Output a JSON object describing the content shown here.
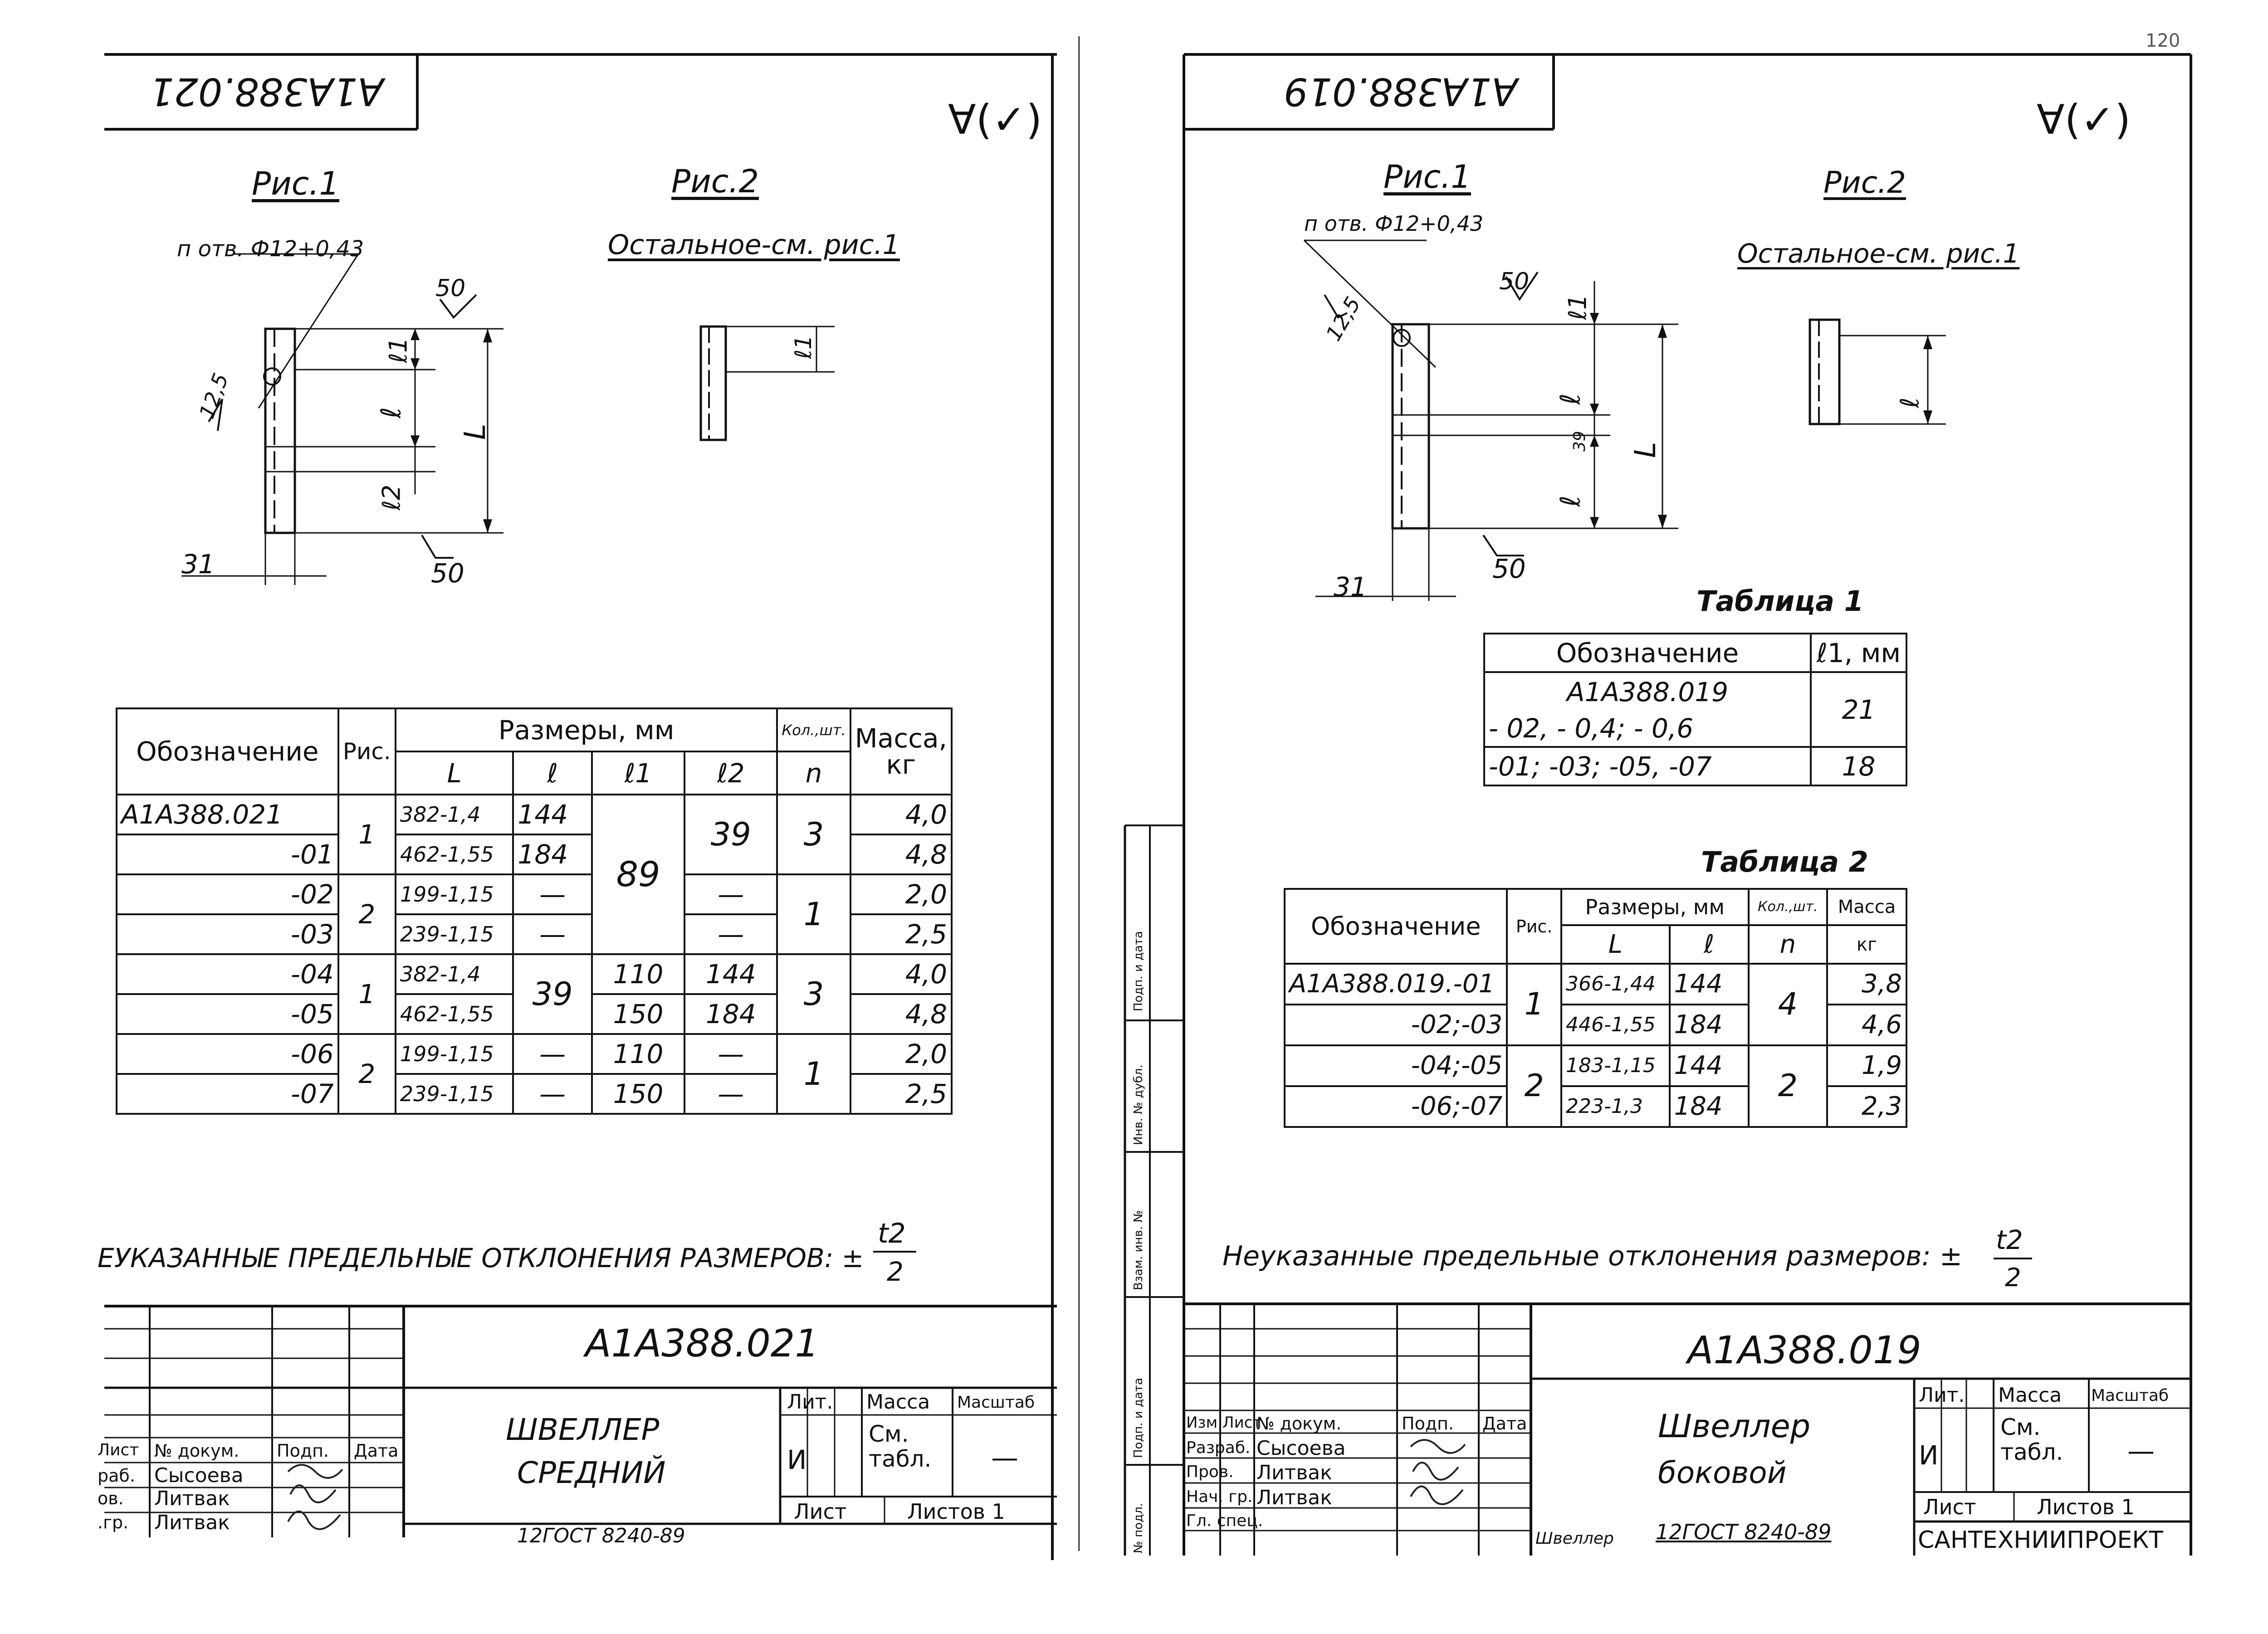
{
  "left": {
    "stamp_code": "А1А388.021",
    "roughness": "∀(✓)",
    "fig1_title": "Рис.1",
    "fig2_title": "Рис.2",
    "hole_label": "п отв. Ф12+0,43",
    "fig2_note": "Остальное-см. рис.1",
    "dims": {
      "d50a": "50",
      "d125": "12,5",
      "d31": "31",
      "d50b": "50",
      "l1": "ℓ1",
      "l": "ℓ",
      "L": "L",
      "l2": "ℓ2",
      "l1b": "ℓ1"
    },
    "table": {
      "h_designation": "Обозначение",
      "h_fig": "Рис.",
      "h_sizes": "Размеры, мм",
      "h_qty": "Кол.,шт.",
      "h_mass": "Масса, кг",
      "h_L": "L",
      "h_l": "ℓ",
      "h_l1": "ℓ1",
      "h_l2": "ℓ2",
      "h_n": "n",
      "rows": [
        {
          "des": "А1А388.021",
          "L": "382-1,4",
          "l": "144",
          "mass": "4,0"
        },
        {
          "des": "-01",
          "L": "462-1,55",
          "l": "184",
          "mass": "4,8"
        },
        {
          "des": "-02",
          "L": "199-1,15",
          "l": "—",
          "l2": "—",
          "mass": "2,0"
        },
        {
          "des": "-03",
          "L": "239-1,15",
          "l": "—",
          "l2": "—",
          "mass": "2,5"
        },
        {
          "des": "-04",
          "L": "382-1,4",
          "l1": "110",
          "l2": "144",
          "mass": "4,0"
        },
        {
          "des": "-05",
          "L": "462-1,55",
          "l1": "150",
          "l2": "184",
          "mass": "4,8"
        },
        {
          "des": "-06",
          "L": "199-1,15",
          "l": "—",
          "l1": "110",
          "l2": "—",
          "mass": "2,0"
        },
        {
          "des": "-07",
          "L": "239-1,15",
          "l": "—",
          "l1": "150",
          "l2": "—",
          "mass": "2,5"
        }
      ],
      "fig_a": "1",
      "fig_b": "2",
      "fig_c": "1",
      "fig_d": "2",
      "l1_merged": "89",
      "l2_merged": "39",
      "l_merged": "39",
      "n_a": "3",
      "n_b": "1",
      "n_c": "3",
      "n_d": "1"
    },
    "tolerance_text": "ЕУКАЗАННЫЕ ПРЕДЕЛЬНЫЕ ОТКЛОНЕНИЯ РАЗМЕРОВ: ±",
    "frac_num": "t2",
    "frac_den": "2",
    "tb": {
      "code": "А1А388.021",
      "name1": "ШВЕЛЛЕР",
      "name2": "СРЕДНИЙ",
      "lit": "Лит.",
      "mass": "Масса",
      "scale": "Масштаб",
      "lit_val": "И",
      "mass_val": "См. табл.",
      "scale_val": "—",
      "sheet": "Лист",
      "sheets": "Листов 1",
      "h_list": "Лист",
      "h_doc": "№ докум.",
      "h_sign": "Подп.",
      "h_date": "Дата",
      "r1_role": "раб.",
      "r1_name": "Сысоева",
      "r2_role": "ов.",
      "r2_name": "Литвак",
      "r3_role": ".гр.",
      "r3_name": "Литвак",
      "bottom": "12ГОСТ 8240-89"
    }
  },
  "right": {
    "page_mark": "120",
    "stamp_code": "А1А388.019",
    "roughness": "∀(✓)",
    "fig1_title": "Рис.1",
    "fig2_title": "Рис.2",
    "hole_label": "п отв. Ф12+0,43",
    "fig2_note": "Остальное-см. рис.1",
    "dims": {
      "d50a": "50",
      "d125": "12,5",
      "d31": "31",
      "d50b": "50",
      "l1": "ℓ1",
      "l_top": "ℓ",
      "d39": "39",
      "l_bot": "ℓ",
      "L": "L",
      "l_fig2": "ℓ"
    },
    "t1": {
      "title": "Таблица 1",
      "h_des": "Обозначение",
      "h_l1": "ℓ1, мм",
      "r1a": "А1А388.019",
      "r1b": "- 02, - 0,4; - 0,6",
      "r1_val": "21",
      "r2": "-01; -03; -05, -07",
      "r2_val": "18"
    },
    "t2": {
      "title": "Таблица 2",
      "h_des": "Обозначение",
      "h_fig": "Рис.",
      "h_sizes": "Размеры, мм",
      "h_qty": "Кол.,шт.",
      "h_mass": "Масса",
      "h_L": "L",
      "h_l": "ℓ",
      "h_n": "n",
      "h_kg": "кг",
      "rows": [
        {
          "des": "А1А388.019.-01",
          "L": "366-1,44",
          "l": "144",
          "mass": "3,8"
        },
        {
          "des": "-02;-03",
          "L": "446-1,55",
          "l": "184",
          "mass": "4,6"
        },
        {
          "des": "-04;-05",
          "L": "183-1,15",
          "l": "144",
          "mass": "1,9"
        },
        {
          "des": "-06;-07",
          "L": "223-1,3",
          "l": "184",
          "mass": "2,3"
        }
      ],
      "fig_a": "1",
      "fig_b": "2",
      "n_a": "4",
      "n_b": "2"
    },
    "tolerance_text": "Неуказанные предельные отклонения размеров: ±",
    "frac_num": "t2",
    "frac_den": "2",
    "side": {
      "s1": "Подп. и дата",
      "s2": "Инв. № дубл.",
      "s3": "Взам. инв. №",
      "s4": "Подп. и дата",
      "s5": "№ подл."
    },
    "tb": {
      "code": "А1А388.019",
      "name1": "Швеллер",
      "name2": "боковой",
      "lit": "Лит.",
      "mass": "Масса",
      "scale": "Масштаб",
      "lit_val": "И",
      "mass_val": "См. табл.",
      "scale_val": "—",
      "sheet": "Лист",
      "sheets": "Листов 1",
      "h_izm": "Изм",
      "h_list": "Лист",
      "h_doc": "№ докум.",
      "h_sign": "Подп.",
      "h_date": "Дата",
      "r1_role": "Разраб.",
      "r1_name": "Сысоева",
      "r2_role": "Пров.",
      "r2_name": "Литвак",
      "r3_role": "Нач. гр.",
      "r3_name": "Литвак",
      "r4_role": "Гл. спец.",
      "bottom_prefix": "Швеллер",
      "bottom": "12ГОСТ 8240-89",
      "org": "САНТЕХНИИПРОЕКТ"
    }
  }
}
